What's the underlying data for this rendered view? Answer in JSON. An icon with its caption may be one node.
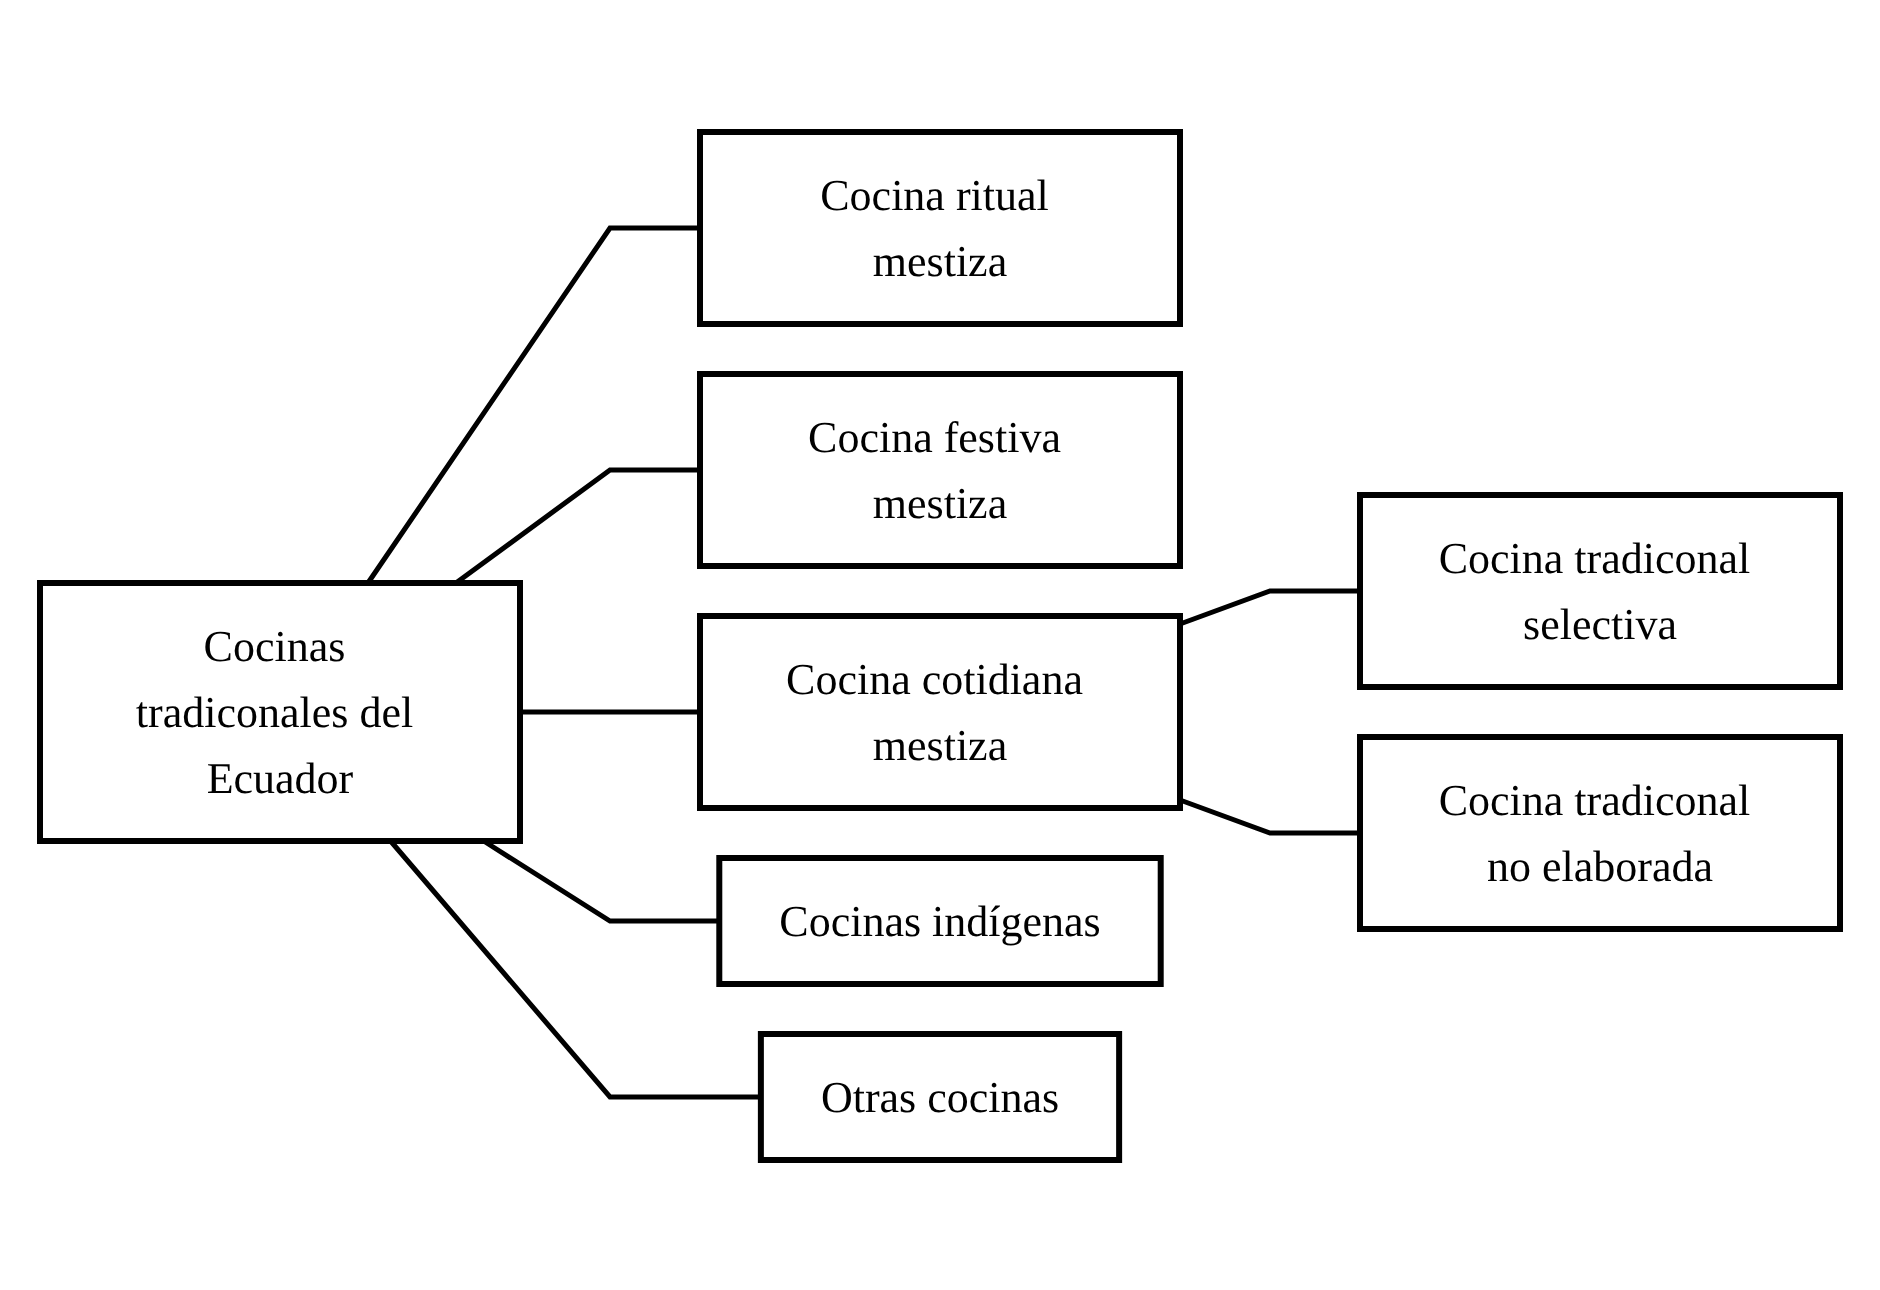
{
  "diagram": {
    "nodes": [
      {
        "text": [
          "Cocinas tradiconales del Ecuador"
        ]
      },
      {
        "text": [
          "Cocina ritual mestiza"
        ]
      },
      {
        "text": [
          "Cocina festiva mestiza"
        ]
      },
      {
        "text": [
          "Cocina cotidiana mestiza"
        ]
      },
      {
        "text": [
          "Cocinas indígenas"
        ]
      },
      {
        "text": [
          "Otras cocinas"
        ]
      },
      {
        "text": [
          "Cocina tradiconal selectiva"
        ]
      },
      {
        "text": [
          "Cocina tradiconal no elaborada"
        ]
      }
    ],
    "edges": [
      {
        "from": 0,
        "to": 1,
        "arrow": "none"
      },
      {
        "from": 0,
        "to": 2,
        "arrow": "none"
      },
      {
        "from": 0,
        "to": 3,
        "arrow": "none"
      },
      {
        "from": 0,
        "to": 4,
        "arrow": "none"
      },
      {
        "from": 0,
        "to": 5,
        "arrow": "none"
      },
      {
        "from": 3,
        "to": 6,
        "arrow": "none"
      },
      {
        "from": 3,
        "to": 7,
        "arrow": "none"
      }
    ]
  }
}
